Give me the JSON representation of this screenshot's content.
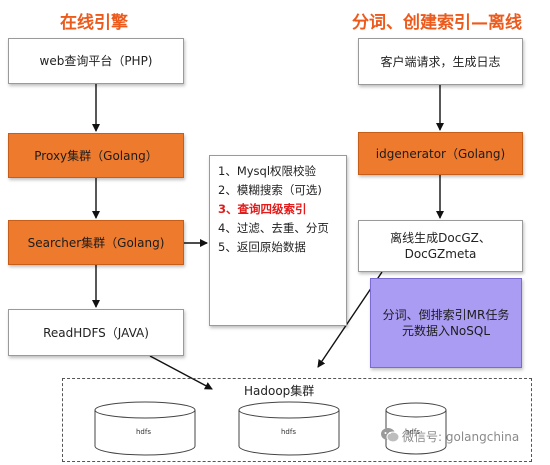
{
  "left_title": "在线引擎",
  "right_title": "分词、创建索引—离线",
  "left_boxes": {
    "web": "web查询平台（PHP)",
    "proxy": "Proxy集群（Golang）",
    "searcher": "Searcher集群（Golang)",
    "readhdfs": "ReadHDFS（JAVA)"
  },
  "right_boxes": {
    "client": "客户端请求，生成日志",
    "idgen": "idgenerator（Golang)",
    "docgz_line1": "离线生成DocGZ、",
    "docgz_line2": "DocGZmeta",
    "mr_line1": "分词、倒排索引MR任务",
    "mr_line2": "元数据入NoSQL"
  },
  "steps": [
    "1、Mysql权限校验",
    "2、模糊搜索（可选)",
    "3、查询四级索引",
    "4、过滤、去重、分页",
    "5、返回原始数据"
  ],
  "cluster_label": "Hadoop集群",
  "disks": [
    "hdfs",
    "hdfs",
    "hdfs"
  ],
  "watermark": "微信号: golangchina",
  "colors": {
    "title": "#ec5a1c",
    "orange": "#ee7a2e",
    "purple": "#a99cf2",
    "highlight": "#e31b1b"
  }
}
